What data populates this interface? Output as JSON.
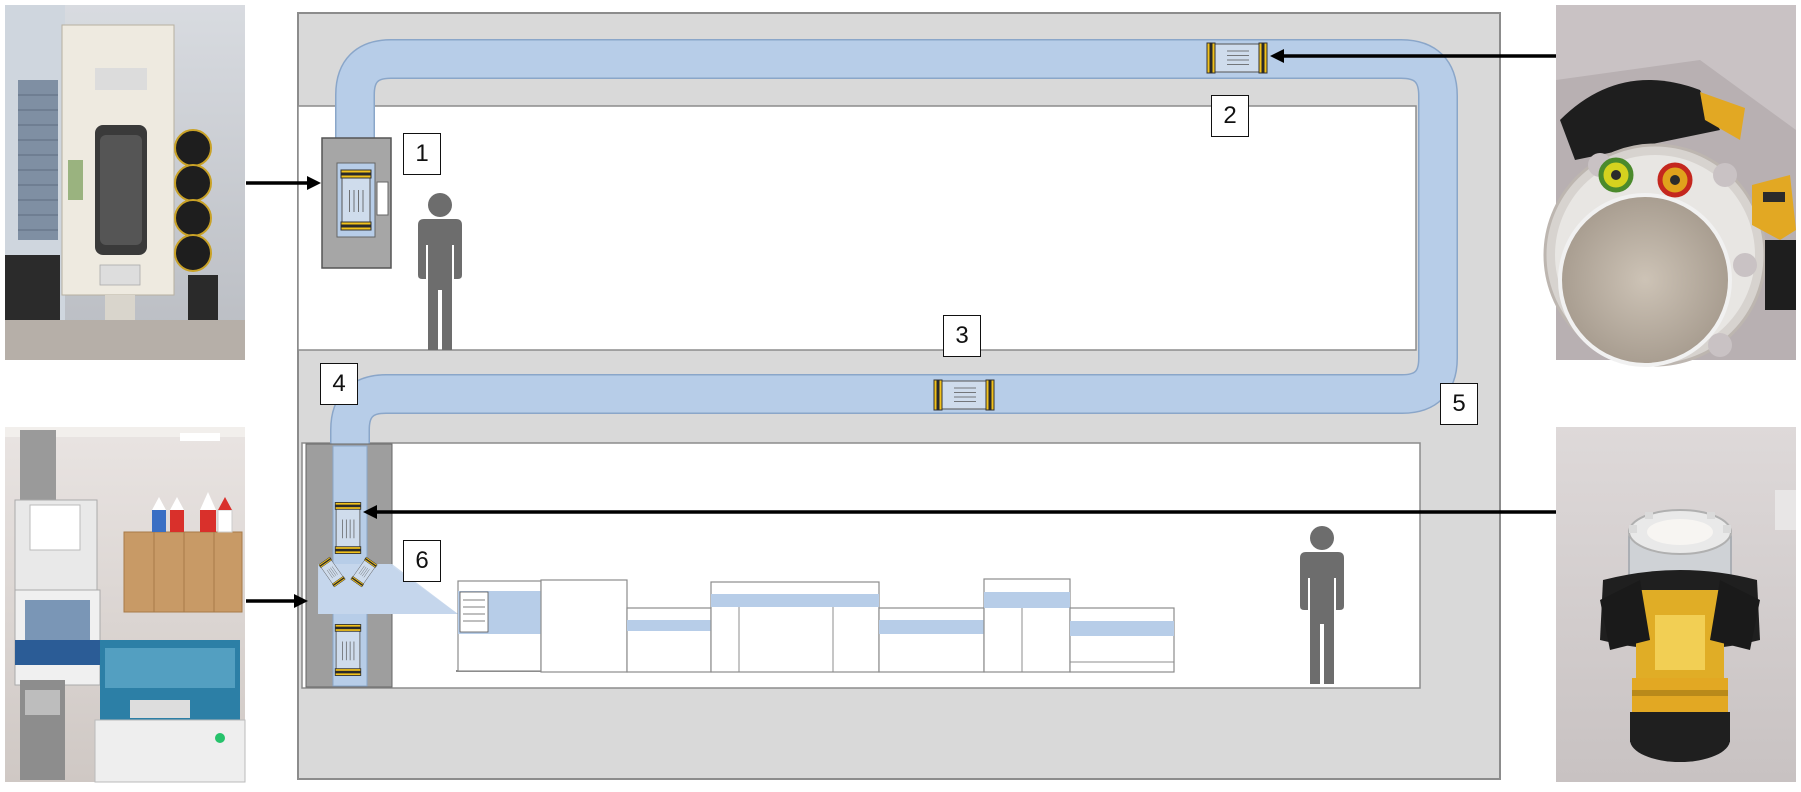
{
  "diagram": {
    "callouts": [
      {
        "id": "1",
        "label": "1"
      },
      {
        "id": "2",
        "label": "2"
      },
      {
        "id": "3",
        "label": "3"
      },
      {
        "id": "4",
        "label": "4"
      },
      {
        "id": "5",
        "label": "5"
      },
      {
        "id": "6",
        "label": "6"
      }
    ],
    "photos": [
      {
        "name": "photo-send-station",
        "icon": "pneumatic-send-station-photo"
      },
      {
        "name": "photo-lab-receiver",
        "icon": "lab-receiver-station-photo"
      },
      {
        "name": "photo-carrier-open",
        "icon": "carrier-open-photo"
      },
      {
        "name": "photo-carrier-closed",
        "icon": "carrier-closed-photo"
      }
    ],
    "colors": {
      "tube": "#b7cde8",
      "tube_edge": "#8aa6c9",
      "floor": "#d9d9d9",
      "room": "#ffffff",
      "person": "#6d6d6d",
      "carrier_yellow": "#f2c21b",
      "carrier_dark": "#2a2a2a"
    }
  }
}
